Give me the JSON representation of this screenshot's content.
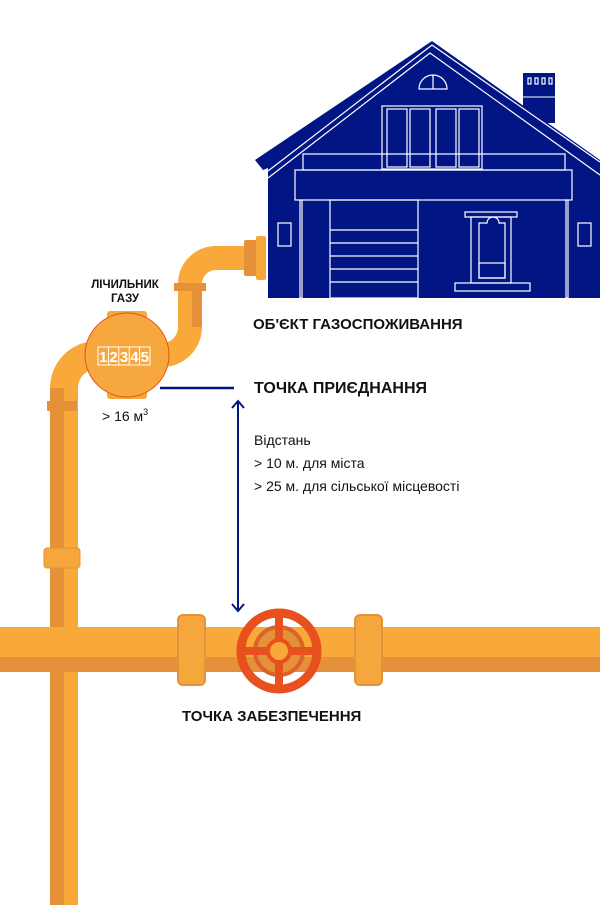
{
  "meter": {
    "label_line1": "ЛІЧИЛЬНИК",
    "label_line2": "ГАЗУ",
    "digits": [
      "1",
      "2",
      "3",
      "4",
      "5"
    ],
    "capacity": "> 16 м",
    "capacity_sup": "3"
  },
  "house": {
    "label": "ОБ'ЄКТ ГАЗОСПОЖИВАННЯ"
  },
  "connection_point": {
    "label": "ТОЧКА ПРИЄДНАННЯ"
  },
  "distance": {
    "title": "Відстань",
    "city": "> 10 м. для міста",
    "rural": "> 25 м. для сільської місцевості"
  },
  "supply_point": {
    "label": "ТОЧКА ЗАБЕЗПЕЧЕННЯ"
  },
  "colors": {
    "navy": "#021585",
    "pipe": "#F9A93A",
    "pipe_dark": "#E5913A",
    "valve": "#E8501E"
  }
}
